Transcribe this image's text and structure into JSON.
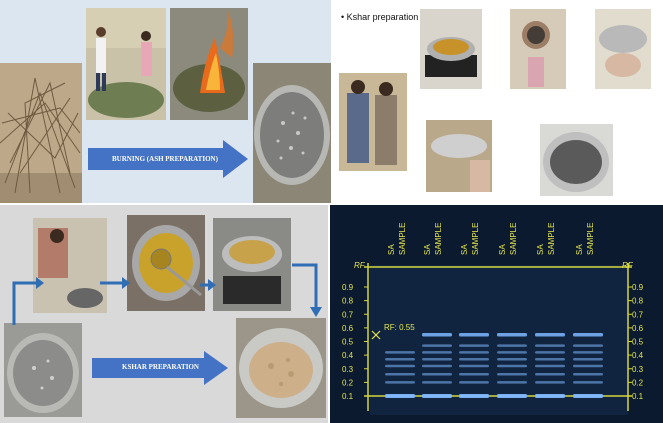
{
  "top_left": {
    "arrow_label": "BURNING (ASH PREPARATION)"
  },
  "top_right": {
    "bullet": "Kshar preparation"
  },
  "bottom_left": {
    "arrow_label": "KSHAR PREPARATION"
  },
  "tlc_plate": {
    "rf_left": "RF",
    "rf_right": "RF",
    "lane_labels": [
      "SA SAMPLE",
      "SA SAMPLE",
      "SA SAMPLE",
      "SA SAMPLE",
      "SA SAMPLE",
      "SA SAMPLE"
    ],
    "rf_marker": "RF: 0.55",
    "scale": [
      "0.9",
      "0.8",
      "0.7",
      "0.6",
      "0.5",
      "0.4",
      "0.3",
      "0.2",
      "0.1"
    ],
    "colors": {
      "background": "#0b1a2e",
      "grid": "#d6d63a",
      "band": "#7fb8ff"
    }
  }
}
